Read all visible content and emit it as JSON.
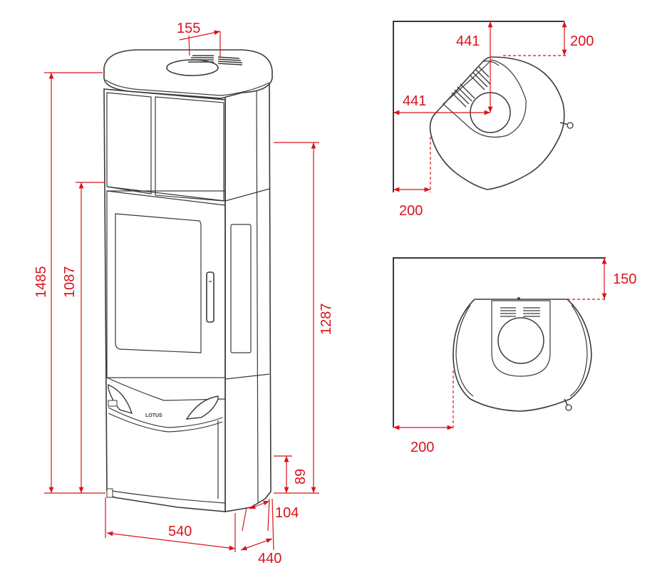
{
  "brand_label": "LOTUS",
  "colors": {
    "dimension": "#d9131b",
    "outline": "#3a3a3a",
    "background": "#ffffff"
  },
  "front_view": {
    "flue_width": "155",
    "total_height": "1485",
    "door_height": "1087",
    "flue_height": "1287",
    "inlet_height": "89",
    "inlet_depth": "104",
    "width": "540",
    "depth": "440"
  },
  "corner_install": {
    "flue_offset_vertical": "441",
    "flue_offset_horizontal": "441",
    "rear_clearance": "200",
    "side_clearance": "200"
  },
  "wall_install": {
    "rear_clearance": "150",
    "side_clearance": "200"
  }
}
